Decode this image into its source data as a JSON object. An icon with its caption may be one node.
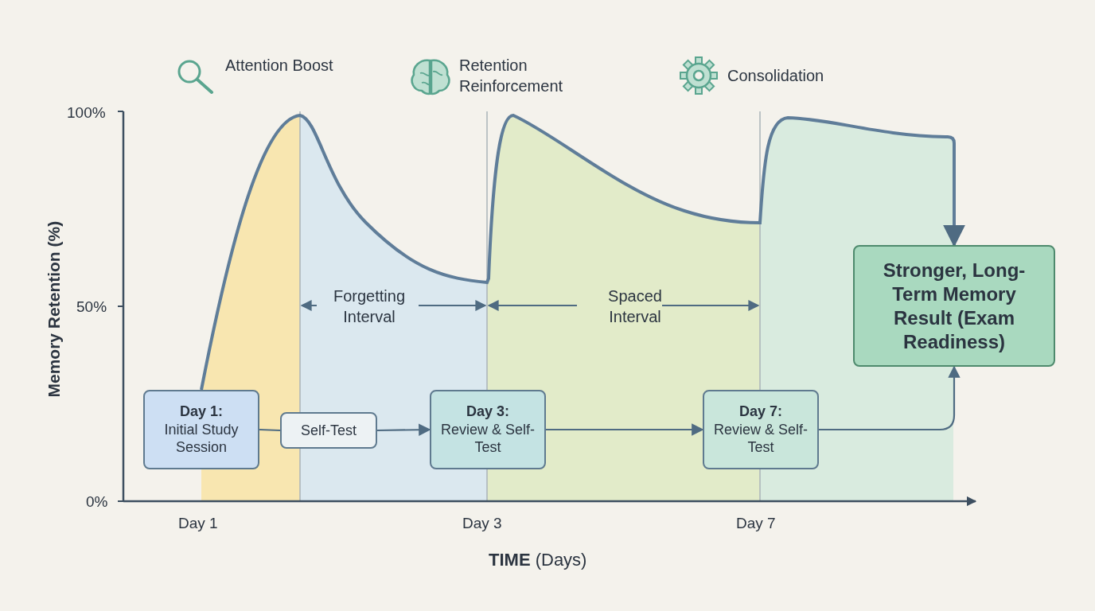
{
  "diagram": {
    "nodes": [
      {
        "text": [
          "Day 1:",
          "Initial Study Session"
        ]
      },
      {
        "text": [
          "Self-Test"
        ]
      },
      {
        "text": [
          "Day 3:",
          "Review & Self-Test"
        ]
      },
      {
        "text": [
          "Day 7:",
          "Review & Self-Test"
        ]
      },
      {
        "text": [
          "Stronger, Long-Term Memory Result (Exam Readiness)"
        ]
      }
    ],
    "edges": [
      {
        "from": 0,
        "to": 1,
        "arrow": "none"
      },
      {
        "from": 1,
        "to": 2,
        "arrow": "to"
      },
      {
        "from": 2,
        "to": 3,
        "arrow": "to"
      },
      {
        "from": 3,
        "to": 4,
        "arrow": "to"
      },
      {
        "from": 0,
        "to": 4,
        "arrow": "to"
      }
    ],
    "labels": [
      "Attention Boost",
      "Retention Reinforcement",
      "Consolidation",
      "100%",
      "50%",
      "0%",
      "Memory Retention (%)",
      "Forgetting Interval",
      "Spaced Interval",
      "Day 1",
      "Day 3",
      "Day 7",
      "**TIME** (Days)"
    ]
  }
}
